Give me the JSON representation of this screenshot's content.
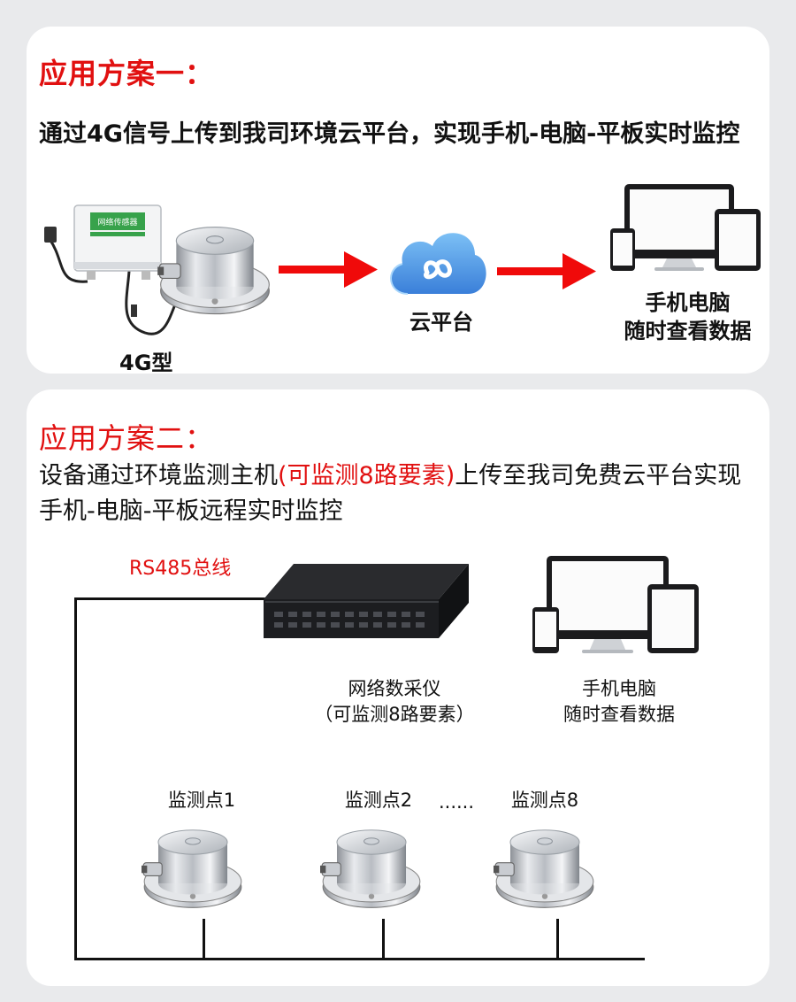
{
  "scheme1": {
    "title": "应用方案一：",
    "desc": "通过4G信号上传到我司环境云平台，实现手机-电脑-平板实时监控",
    "device_label": "4G型",
    "device_box_text": "网络传感器",
    "cloud_label": "云平台",
    "client_label_line1": "手机电脑",
    "client_label_line2": "随时查看数据"
  },
  "scheme2": {
    "title": "应用方案二：",
    "desc_part1": "设备通过环境监测主机",
    "desc_highlight": "(可监测8路要素)",
    "desc_part2": "上传至我司免费云平台实现手机-电脑-平板远程实时监控",
    "bus_label": "RS485总线",
    "collector_line1": "网络数采仪",
    "collector_line2": "（可监测8路要素）",
    "client_line1": "手机电脑",
    "client_line2": "随时查看数据",
    "points": [
      "监测点1",
      "监测点2",
      "监测点8"
    ],
    "ellipsis": "......"
  },
  "colors": {
    "accent_red": "#e11010",
    "panel_bg": "#ffffff",
    "page_bg": "#e9eaec",
    "cloud_blue": "#5aa8ee"
  },
  "icons": [
    "sensor-box-icon",
    "pressure-sensor-icon",
    "arrow-right-icon",
    "cloud-icon",
    "devices-icon",
    "rack-server-icon"
  ]
}
